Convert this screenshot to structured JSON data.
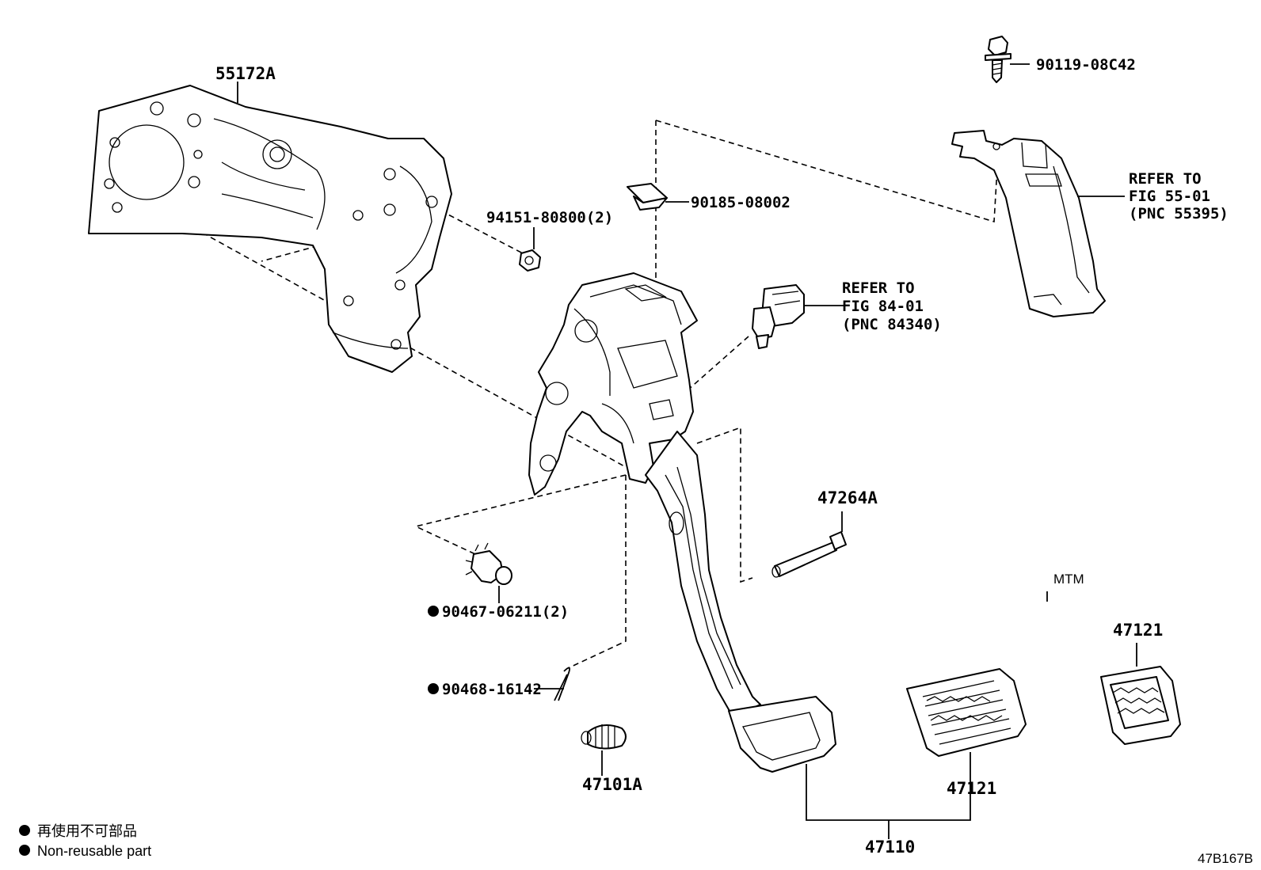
{
  "parts": {
    "p55172a": "55172A",
    "p94151": "94151-80800(2)",
    "p90185": "90185-08002",
    "p90119": "90119-08C42",
    "refer_55": [
      "REFER TO",
      "FIG 55-01",
      "(PNC 55395)"
    ],
    "refer_84": [
      "REFER TO",
      "FIG 84-01",
      "(PNC 84340)"
    ],
    "p47264a": "47264A",
    "p90467": "90467-06211(2)",
    "p90468": "90468-16142",
    "p47101a": "47101A",
    "p47121_center": "47121",
    "p47121_mtm": "47121",
    "p47110": "47110",
    "mtm": "MTM"
  },
  "legend": {
    "line_jp": "再使用不可部品",
    "line_en": "Non-reusable part"
  },
  "diagram_code": "47B167B"
}
